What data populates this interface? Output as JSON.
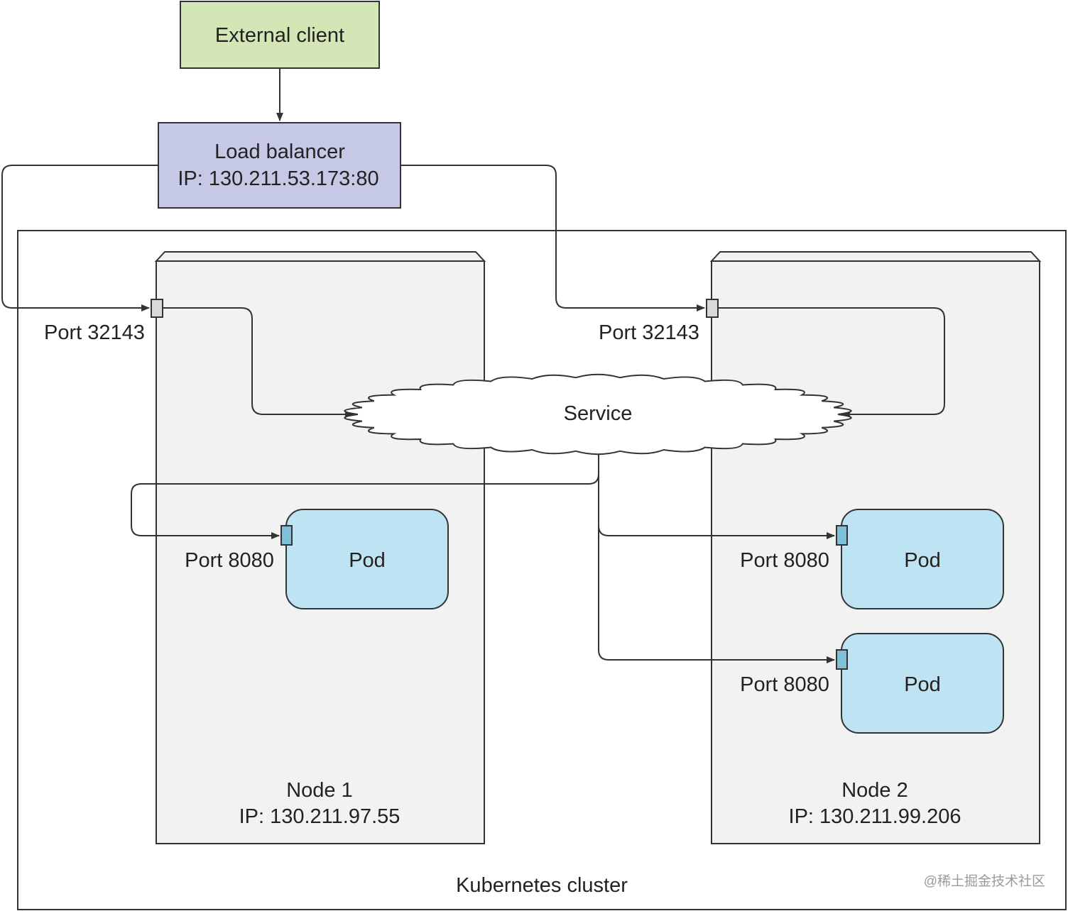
{
  "external_client": {
    "label": "External client",
    "color": "#d4e6b5"
  },
  "load_balancer": {
    "label": "Load balancer",
    "ip": "IP: 130.211.53.173:80",
    "color": "#c5c9e6"
  },
  "cluster": {
    "label": "Kubernetes cluster"
  },
  "service": {
    "label": "Service"
  },
  "node1": {
    "name": "Node 1",
    "ip": "IP: 130.211.97.55",
    "node_port_label": "Port 32143",
    "pods": [
      {
        "label": "Pod",
        "port_label": "Port 8080"
      }
    ]
  },
  "node2": {
    "name": "Node 2",
    "ip": "IP: 130.211.99.206",
    "node_port_label": "Port 32143",
    "pods": [
      {
        "label": "Pod",
        "port_label": "Port 8080"
      },
      {
        "label": "Pod",
        "port_label": "Port 8080"
      }
    ]
  },
  "colors": {
    "node_fill": "#f2f2f2",
    "pod_fill": "#bee3f2",
    "pod_port": "#7ec0d8",
    "node_port": "#d9d9d9",
    "stroke": "#333333"
  },
  "watermark": "@稀土掘金技术社区"
}
